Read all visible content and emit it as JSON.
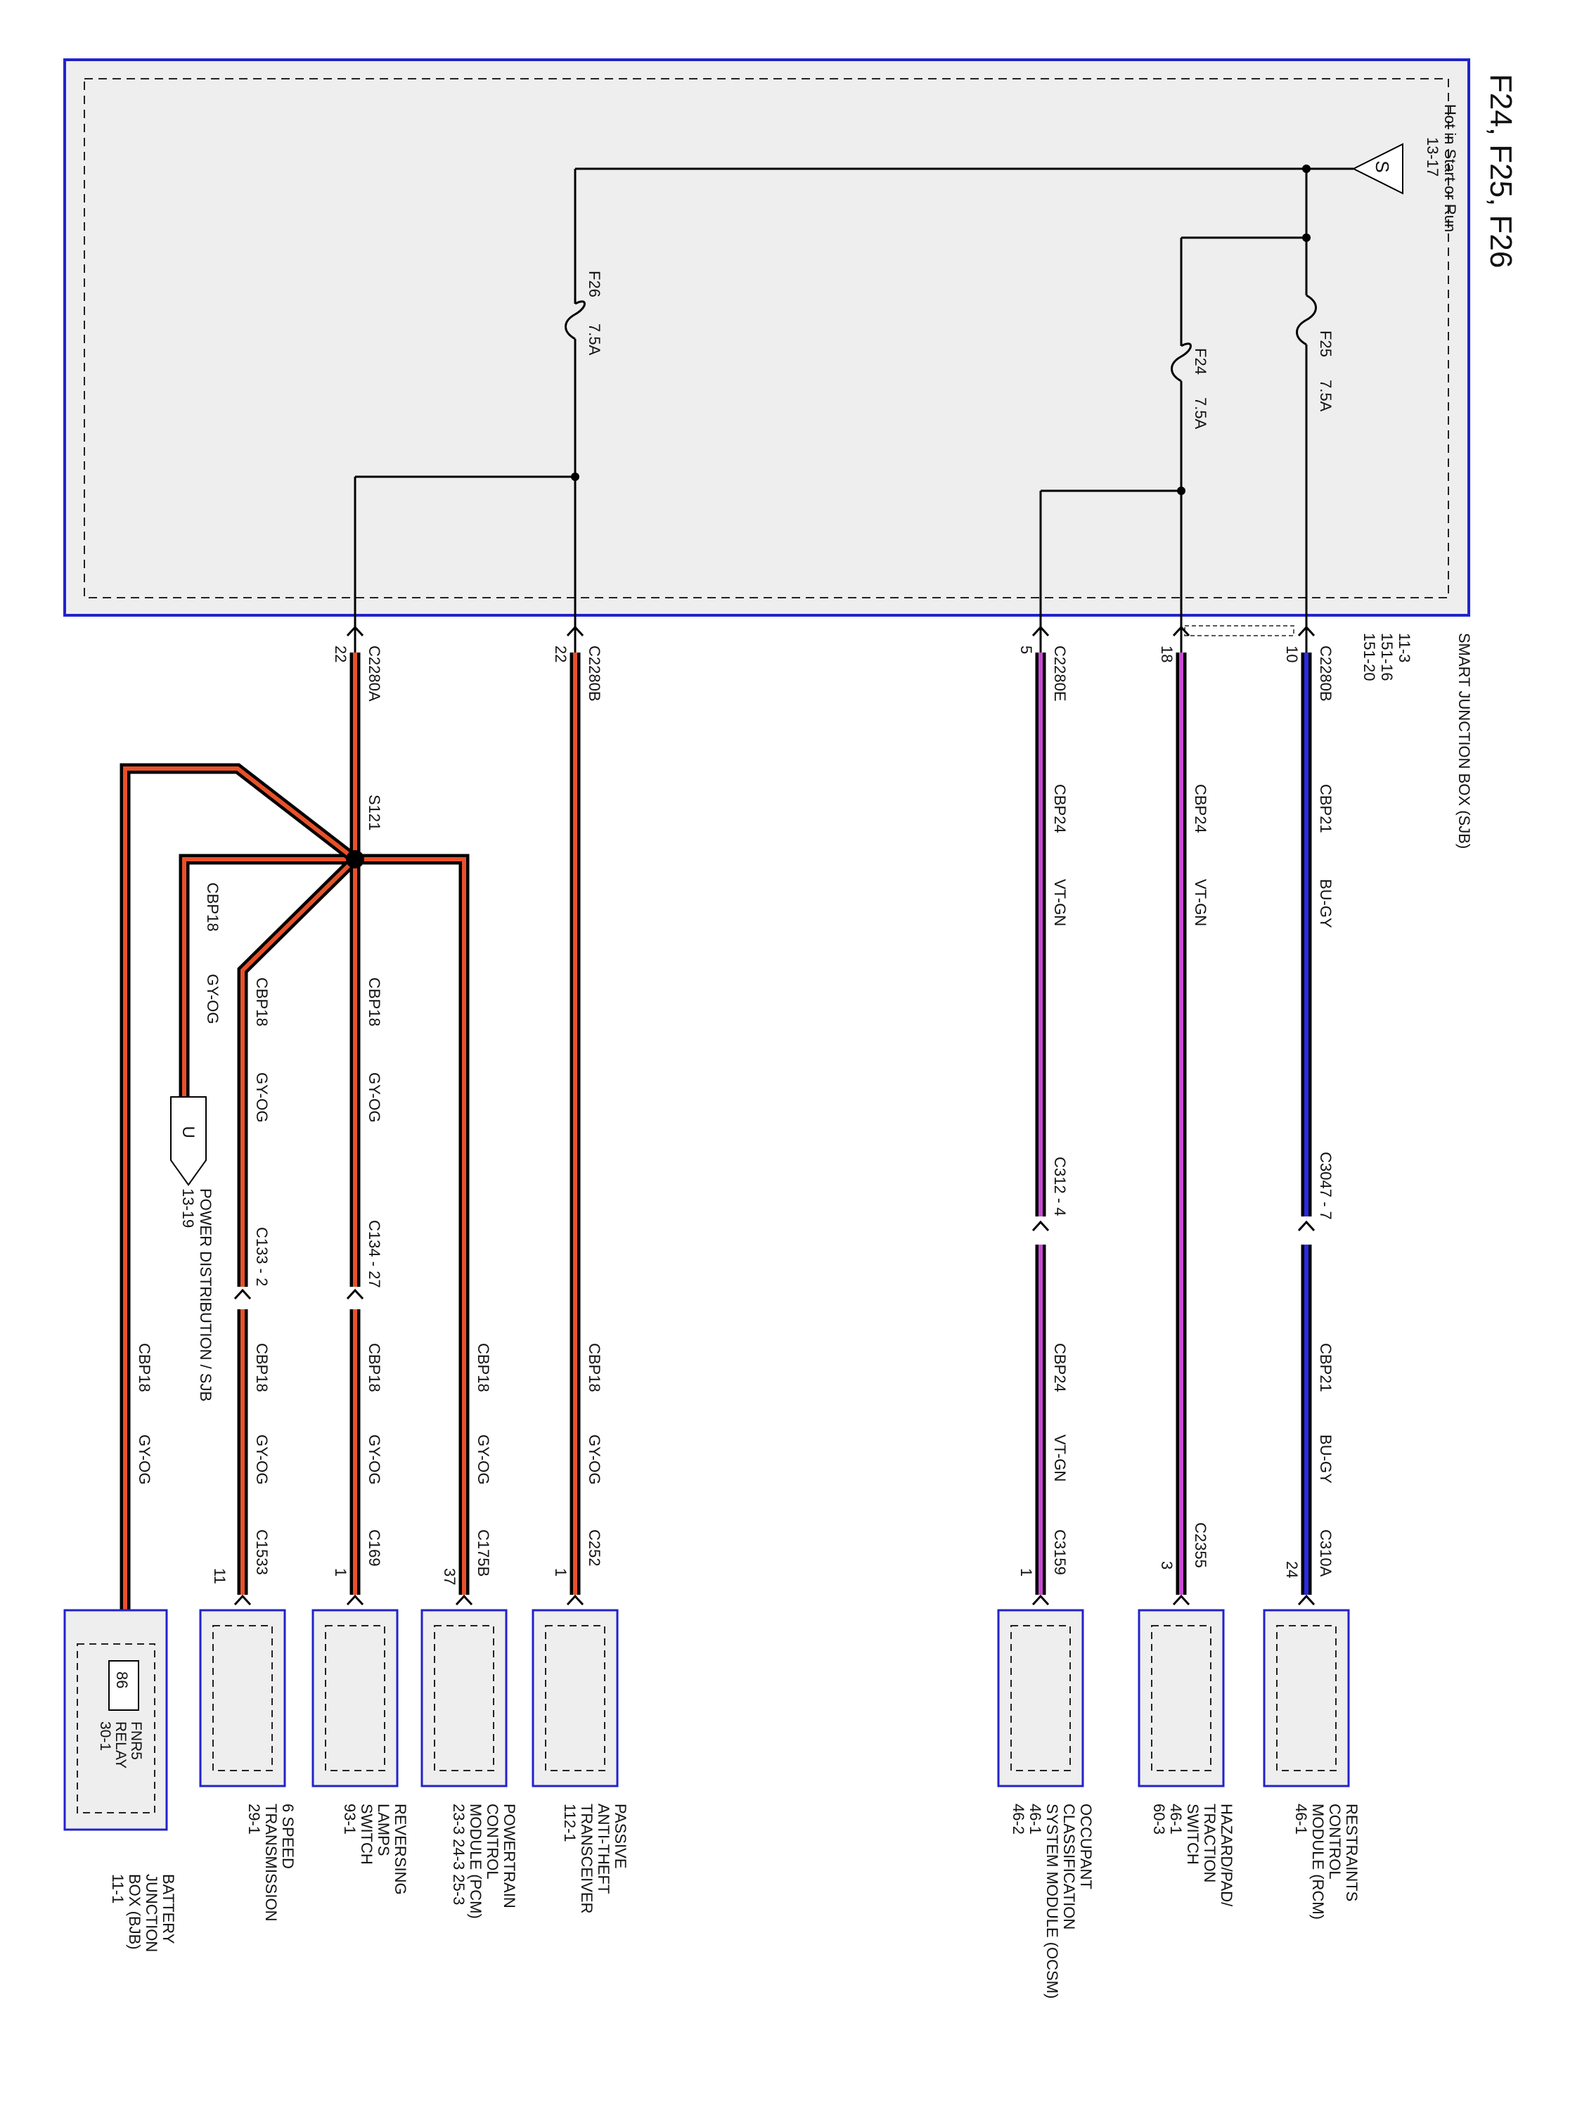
{
  "title": "F24, F25, F26",
  "source": {
    "label": "Hot in Start or Run",
    "ref": "13-17",
    "symbol": "S"
  },
  "junction_box": {
    "name": "SMART JUNCTION BOX (SJB)",
    "refs": [
      "11-3",
      "151-16",
      "151-20"
    ]
  },
  "fuses": [
    {
      "name": "F24",
      "rating": "7.5A"
    },
    {
      "name": "F25",
      "rating": "7.5A"
    },
    {
      "name": "F26",
      "rating": "7.5A"
    }
  ],
  "splice": "S121",
  "circuits": [
    {
      "pin": "10",
      "connector": "C2280B",
      "seg1": {
        "circuit": "CBP21",
        "color": "BU-GY"
      },
      "inline": "C3047 - 7",
      "seg2": {
        "circuit": "CBP21",
        "color": "BU-GY"
      },
      "end_connector": "C310A",
      "end_pin": "24",
      "component": [
        "RESTRAINTS",
        "CONTROL",
        "MODULE (RCM)",
        "46-1"
      ],
      "wire_hex": "#2a2ae6"
    },
    {
      "pin": "18",
      "connector": "",
      "seg1": {
        "circuit": "CBP24",
        "color": "VT-GN"
      },
      "end_connector": "C2355",
      "end_pin": "3",
      "component": [
        "HAZARD/PAD/",
        "TRACTION",
        "SWITCH",
        "46-1",
        "60-3"
      ],
      "wire_hex": "#c94bd3"
    },
    {
      "pin": "5",
      "connector": "C2280E",
      "seg1": {
        "circuit": "CBP24",
        "color": "VT-GN"
      },
      "inline": "C312 - 4",
      "seg2": {
        "circuit": "CBP24",
        "color": "VT-GN"
      },
      "end_connector": "C3159",
      "end_pin": "1",
      "component": [
        "OCCUPANT",
        "CLASSIFICATION",
        "SYSTEM MODULE (OCSM)",
        "46-1",
        "46-2"
      ],
      "wire_hex": "#c94bd3"
    },
    {
      "pin": "22",
      "connector": "C2280B",
      "seg1": {
        "circuit": "CBP18",
        "color": "GY-OG"
      },
      "end_connector": "C252",
      "end_pin": "1",
      "component": [
        "PASSIVE",
        "ANTI-THEFT",
        "TRANSCEIVER",
        "112-1"
      ],
      "wire_hex": "#e8512a"
    },
    {
      "pin": "22",
      "connector": "C2280A",
      "wire_hex": "#e8512a"
    }
  ],
  "splice_branches": [
    {
      "circuit": "CBP18",
      "color": "GY-OG",
      "end_connector": "C175B",
      "end_pin": "37",
      "component": [
        "POWERTRAIN",
        "CONTROL",
        "MODULE (PCM)",
        "23-3   24-3   25-3"
      ]
    },
    {
      "circuit": "CBP18",
      "color": "GY-OG",
      "inline": "C134 - 27",
      "seg2": {
        "circuit": "CBP18",
        "color": "GY-OG"
      },
      "end_connector": "C169",
      "end_pin": "1",
      "component": [
        "REVERSING",
        "LAMPS",
        "SWITCH",
        "93-1"
      ]
    },
    {
      "circuit": "CBP18",
      "color": "GY-OG",
      "inline": "C133 - 2",
      "seg2": {
        "circuit": "CBP18",
        "color": "GY-OG"
      },
      "end_connector": "C1533",
      "end_pin": "11",
      "component": [
        "6 SPEED",
        "TRANSMISSION",
        "29-1"
      ]
    },
    {
      "circuit": "CBP18",
      "color": "GY-OG",
      "offpage_symbol": "U",
      "offpage": [
        "POWER DISTRIBUTION / SJB",
        "13-19"
      ]
    },
    {
      "circuit": "CBP18",
      "color": "GY-OG",
      "end_pin": "86",
      "relay": [
        "FNR5",
        "RELAY",
        "30-1"
      ],
      "component": [
        "BATTERY",
        "JUNCTION",
        "BOX (BJB)",
        "11-1"
      ]
    }
  ]
}
